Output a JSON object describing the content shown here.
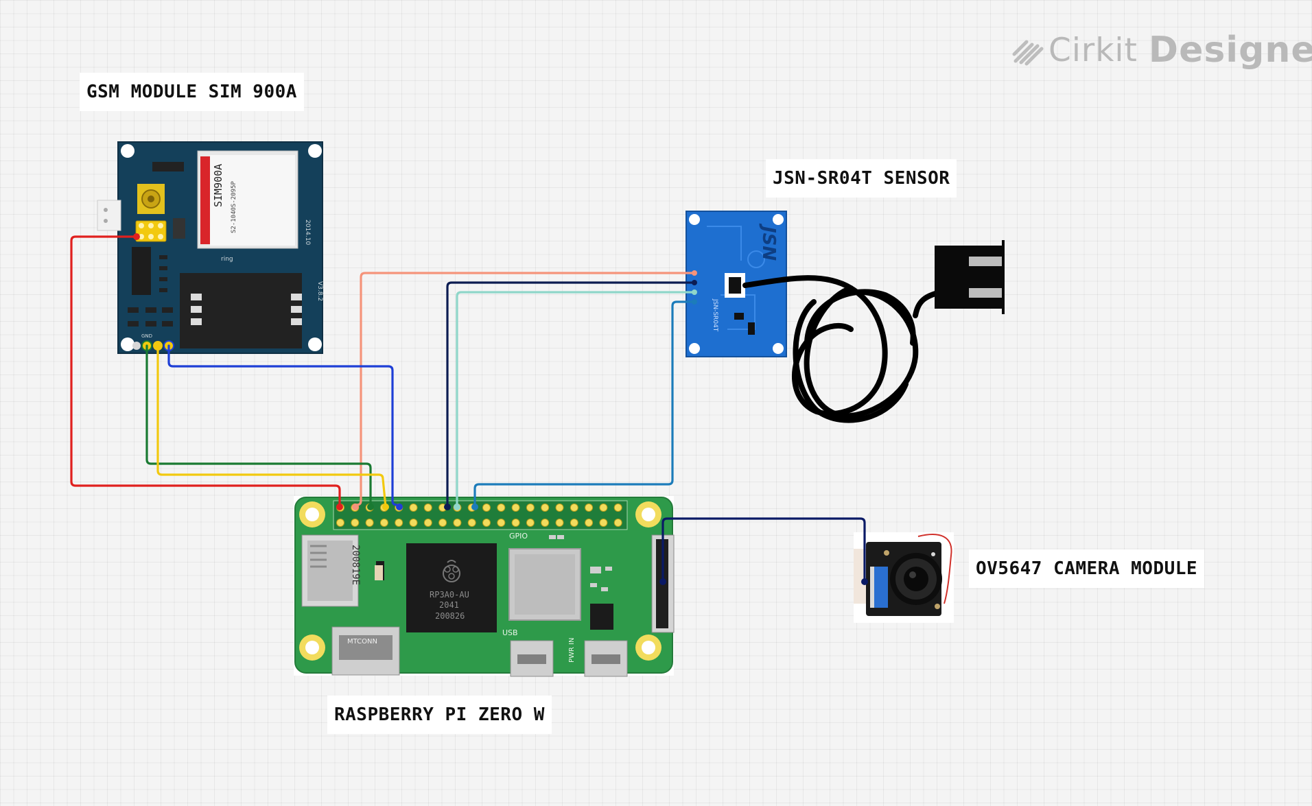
{
  "brand": {
    "name_part1": "Cirkit",
    "name_part2": "Designer"
  },
  "labels": {
    "gsm": "GSM MODULE SIM 900A",
    "sensor": "JSN-SR04T SENSOR",
    "rpi": "RASPBERRY PI ZERO W",
    "camera": "OV5647 CAMERA MODULE"
  },
  "gsm_board": {
    "chip_name": "SIM900A",
    "chip_code": "S2-1040S-2095P",
    "ring": "ring",
    "gnd": "GND",
    "ver": "V3.8.2",
    "year": "2014.10"
  },
  "sensor_board": {
    "brand": "JSN",
    "model": "JSN-SR04T"
  },
  "rpi_board": {
    "gpio": "GPIO",
    "soc_line1": "RP3A0-AU",
    "soc_line2": "2041",
    "soc_line3": "200826",
    "sd": "200819E",
    "usb": "USB",
    "pwr": "PWR IN",
    "hdmi": "MTCONN"
  },
  "wire_colors": {
    "red": "#e0201e",
    "salmon": "#f5937a",
    "green": "#1a7a32",
    "yellow": "#f2c90f",
    "blue": "#1e3fd6",
    "navy": "#0c1c52",
    "teal": "#8fd6c9",
    "steel": "#1c7cba",
    "camera": "#0a1a66"
  }
}
